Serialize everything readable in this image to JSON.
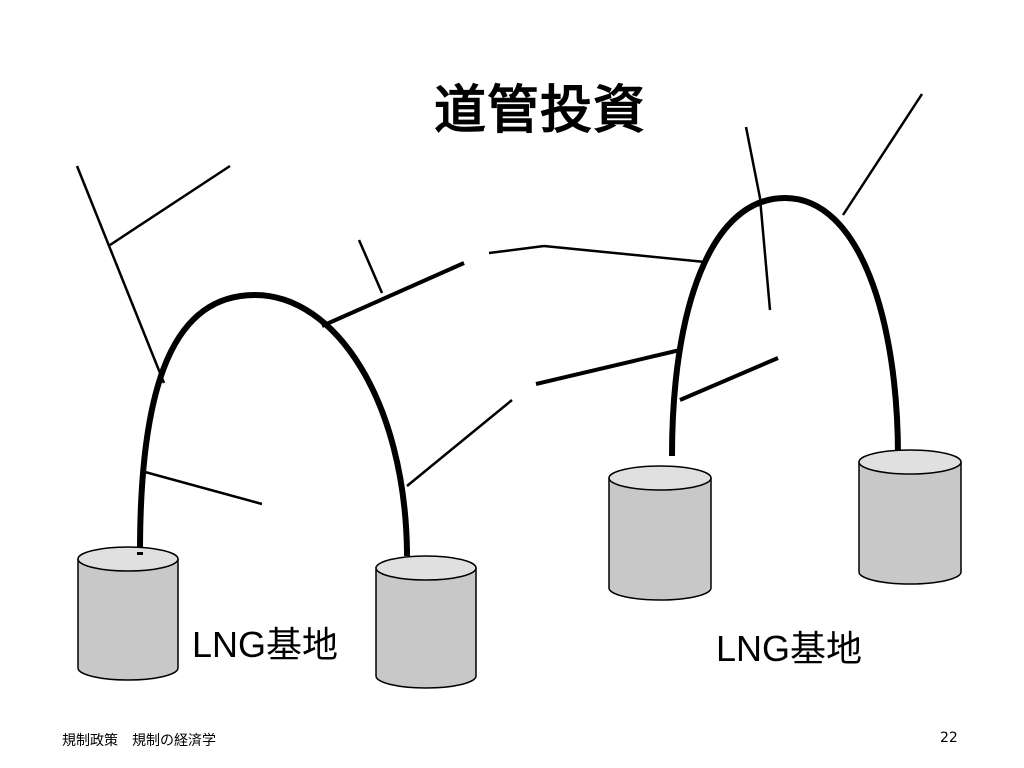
{
  "slide": {
    "title": "道管投資",
    "labels": [
      "LNG基地",
      "LNG基地"
    ],
    "footer_left": "規制政策　規制の経済学",
    "page_number": "22"
  },
  "colors": {
    "tank_fill": "#c8c8c8",
    "tank_top": "#e0e0e0",
    "line": "#000000"
  }
}
